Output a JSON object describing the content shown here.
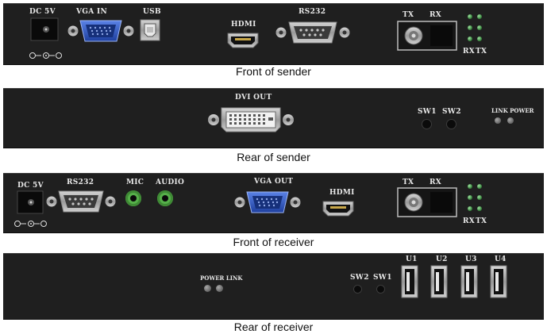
{
  "panels": {
    "front_sender": {
      "caption": "Front of sender",
      "labels": {
        "dc": "DC 5V",
        "vga": "VGA IN",
        "usb": "USB",
        "hdmi": "HDMI",
        "rs232": "RS232",
        "tx": "TX",
        "rx": "RX",
        "led_rx": "RX",
        "led_tx": "TX"
      }
    },
    "rear_sender": {
      "caption": "Rear of sender",
      "labels": {
        "dvi": "DVI OUT",
        "sw1": "SW1",
        "sw2": "SW2",
        "link_power": "LINK POWER"
      }
    },
    "front_receiver": {
      "caption": "Front of receiver",
      "labels": {
        "dc": "DC 5V",
        "rs232": "RS232",
        "mic": "MIC",
        "audio": "AUDIO",
        "vga": "VGA OUT",
        "hdmi": "HDMI",
        "tx": "TX",
        "rx": "RX",
        "led_rx": "RX",
        "led_tx": "TX"
      }
    },
    "rear_receiver": {
      "caption": "Rear of receiver",
      "labels": {
        "power_link": "POWER LINK",
        "sw2": "SW2",
        "sw1": "SW1",
        "u1": "U1",
        "u2": "U2",
        "u3": "U3",
        "u4": "U4"
      }
    }
  },
  "colors": {
    "panel": "#1f1f1f",
    "vga_blue": "#2d56c8",
    "led_green": "#4caf50",
    "audio_green": "#56b04a"
  }
}
